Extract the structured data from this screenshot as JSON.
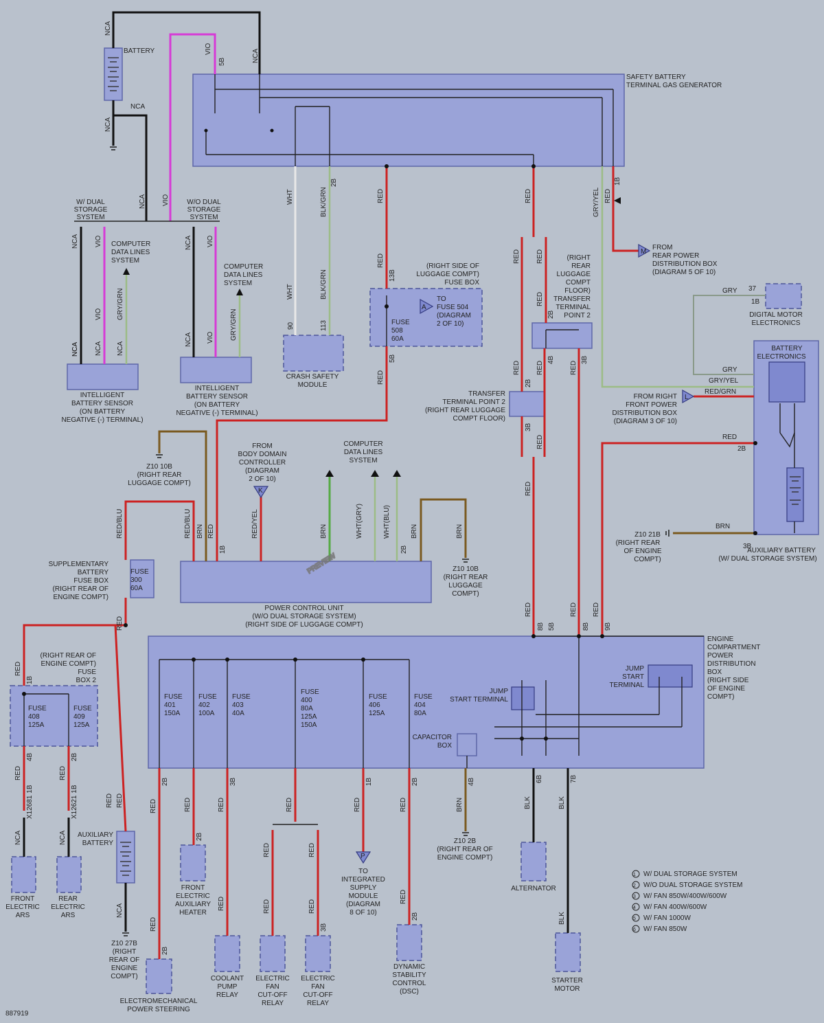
{
  "diagram_id": "887919",
  "watermark": "PREVIEW",
  "components": {
    "battery": "BATTERY",
    "sbt": [
      "SAFETY BATTERY",
      "TERMINAL GAS GENERATOR"
    ],
    "ibs1": [
      "INTELLIGENT",
      "BATTERY SENSOR",
      "(ON BATTERY",
      "NEGATIVE (-) TERMINAL)"
    ],
    "ibs2": [
      "INTELLIGENT",
      "BATTERY SENSOR",
      "(ON BATTERY",
      "NEGATIVE (-) TERMINAL)"
    ],
    "crash": [
      "CRASH SAFETY",
      "MODULE"
    ],
    "fusebox_rear": [
      "(RIGHT SIDE OF",
      "LUGGAGE COMPT)",
      "FUSE BOX"
    ],
    "fuse508": [
      "FUSE",
      "508",
      "60A"
    ],
    "to_fuse504": [
      "TO",
      "FUSE 504",
      "(DIAGRAM",
      "2 OF 10)"
    ],
    "tp2_upper": [
      "(RIGHT",
      "REAR",
      "LUGGAGE",
      "COMPT",
      "FLOOR)",
      "TRANSFER",
      "TERMINAL",
      "POINT 2"
    ],
    "tp2_lower": [
      "TRANSFER",
      "TERMINAL POINT 2",
      "(RIGHT REAR LUGGAGE",
      "COMPT FLOOR)"
    ],
    "from_rear_pdb": [
      "FROM",
      "REAR POWER",
      "DISTRIBUTION BOX",
      "(DIAGRAM 5 OF 10)"
    ],
    "dme": [
      "DIGITAL MOTOR",
      "ELECTRONICS"
    ],
    "batt_elec": [
      "BATTERY",
      "ELECTRONICS"
    ],
    "from_front_pdb": [
      "FROM RIGHT",
      "FRONT POWER",
      "DISTRIBUTION BOX",
      "(DIAGRAM 3 OF 10)"
    ],
    "aux_batt_right": [
      "AUXILIARY BATTERY",
      "(W/ DUAL STORAGE SYSTEM)"
    ],
    "z10_21b": [
      "Z10 21B",
      "(RIGHT REAR",
      "OF ENGINE",
      "COMPT)"
    ],
    "z10_10b_a": [
      "Z10 10B",
      "(RIGHT REAR",
      "LUGGAGE COMPT)"
    ],
    "z10_10b_b": [
      "Z10 10B",
      "(RIGHT REAR",
      "LUGGAGE",
      "COMPT)"
    ],
    "from_bdc": [
      "FROM",
      "BODY DOMAIN",
      "CONTROLLER",
      "(DIAGRAM",
      "2 OF 10)"
    ],
    "cdls_center": [
      "COMPUTER",
      "DATA LINES",
      "SYSTEM"
    ],
    "cdls_left": [
      "COMPUTER",
      "DATA LINES",
      "SYSTEM"
    ],
    "cdls_mid": [
      "COMPUTER",
      "DATA LINES",
      "SYSTEM"
    ],
    "w_dual": [
      "W/ DUAL",
      "STORAGE",
      "SYSTEM"
    ],
    "wo_dual": [
      "W/O DUAL",
      "STORAGE",
      "SYSTEM"
    ],
    "pcu": [
      "POWER CONTROL UNIT",
      "(W/O DUAL STORAGE SYSTEM)",
      "(RIGHT SIDE OF LUGGAGE COMPT)"
    ],
    "supp_fusebox": [
      "SUPPLEMENTARY",
      "BATTERY",
      "FUSE BOX",
      "(RIGHT REAR OF",
      "ENGINE COMPT)"
    ],
    "fuse300": [
      "FUSE",
      "300",
      "60A"
    ],
    "ecpdb": [
      "ENGINE",
      "COMPARTMENT",
      "POWER",
      "DISTRIBUTION",
      "BOX",
      "(RIGHT SIDE",
      "OF ENGINE",
      "COMPT)"
    ],
    "jump_start_terminal_r": [
      "JUMP",
      "START",
      "TERMINAL"
    ],
    "jump_start_terminal": [
      "JUMP",
      "START TERMINAL"
    ],
    "capacitor_box": [
      "CAPACITOR",
      "BOX"
    ],
    "fusebox2": [
      "(RIGHT REAR OF",
      "ENGINE COMPT)",
      "FUSE",
      "BOX 2"
    ],
    "fuse408": [
      "FUSE",
      "408",
      "125A"
    ],
    "fuse409": [
      "FUSE",
      "409",
      "125A"
    ],
    "fuse401": [
      "FUSE",
      "401",
      "150A"
    ],
    "fuse402": [
      "FUSE",
      "402",
      "100A"
    ],
    "fuse403": [
      "FUSE",
      "403",
      "40A"
    ],
    "fuse400": [
      "FUSE",
      "400",
      "80A",
      "125A",
      "150A"
    ],
    "fuse406": [
      "FUSE",
      "406",
      "125A"
    ],
    "fuse404": [
      "FUSE",
      "404",
      "80A"
    ],
    "front_ears": [
      "FRONT",
      "ELECTRIC",
      "ARS"
    ],
    "rear_ears": [
      "REAR",
      "ELECTRIC",
      "ARS"
    ],
    "aux_batt_left": [
      "AUXILIARY",
      "BATTERY"
    ],
    "z10_27b": [
      "Z10 27B",
      "(RIGHT",
      "REAR OF",
      "ENGINE",
      "COMPT)"
    ],
    "eps": [
      "ELECTROMECHANICAL",
      "POWER STEERING"
    ],
    "feah": [
      "FRONT",
      "ELECTRIC",
      "AUXILIARY",
      "HEATER"
    ],
    "cpr": [
      "COOLANT",
      "PUMP",
      "RELAY"
    ],
    "efr1": [
      "ELECTRIC",
      "FAN",
      "CUT-OFF",
      "RELAY"
    ],
    "efr2": [
      "ELECTRIC",
      "FAN",
      "CUT-OFF",
      "RELAY"
    ],
    "ism": [
      "TO",
      "INTEGRATED",
      "SUPPLY",
      "MODULE",
      "(DIAGRAM",
      "8 OF 10)"
    ],
    "z10_2b": [
      "Z10 2B",
      "(RIGHT REAR OF",
      "ENGINE COMPT)"
    ],
    "dsc": [
      "DYNAMIC",
      "STABILITY",
      "CONTROL",
      "(DSC)"
    ],
    "alternator": "ALTERNATOR",
    "starter": [
      "STARTER",
      "MOTOR"
    ]
  },
  "connectors": {
    "K": "K",
    "A": "A",
    "M": "M",
    "L": "L",
    "P": "P",
    "conn_1B": "1B",
    "conn_2B": "2B",
    "conn_3B": "3B",
    "conn_4B": "4B",
    "conn_5B": "5B",
    "conn_6B": "6B",
    "conn_7B": "7B",
    "conn_8B": "8B",
    "conn_9B": "9B",
    "conn_13B": "13B",
    "x12681": "X12681 1B",
    "x12621": "X12621 1B",
    "pin37": "37",
    "pin90": "90",
    "pin113": "113"
  },
  "wire_colors": {
    "RED": "RED",
    "NCA": "NCA",
    "VIO": "VIO",
    "WHT": "WHT",
    "BLK": "BLK",
    "BRN": "BRN",
    "GRY": "GRY",
    "GRY_GRN": "GRY/GRN",
    "BLK_GRN": "BLK/GRN",
    "GRY_YEL": "GRY/YEL",
    "RED_GRN": "RED/GRN",
    "RED_BLU": "RED/BLU",
    "RED_YEL": "RED/YEL",
    "WHT_GRY": "WHT(GRY)",
    "WHT_BLU": "WHT(BLU)"
  },
  "legend": [
    "W/ DUAL STORAGE SYSTEM",
    "W/O DUAL STORAGE SYSTEM",
    "W/ FAN 850W/400W/600W",
    "W/ FAN 400W/600W",
    "W/ FAN 1000W",
    "W/ FAN 850W"
  ],
  "colors": {
    "background": "#b9c1cc",
    "box": "#9aa3d8",
    "wire_red": "#cc2222",
    "wire_violet": "#d63ad6"
  }
}
